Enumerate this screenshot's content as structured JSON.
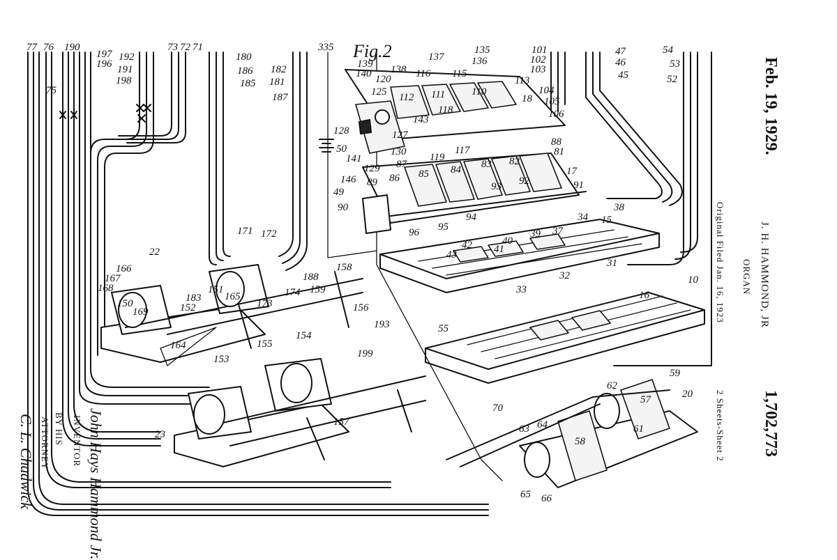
{
  "header": {
    "date": "Feb. 19, 1929.",
    "patent_number": "1,702,773",
    "inventor": "J. H. HAMMOND, JR",
    "title": "ORGAN",
    "filed": "Original Filed Jan. 16, 1923",
    "sheets": "2 Sheets-Sheet 2"
  },
  "figure": {
    "label": "Fig.2"
  },
  "footer": {
    "inventor_signature": "John Hays Hammond Jr.",
    "inventor_label": "INVENTOR",
    "by_label": "BY HIS",
    "attorney_label": "ATTORNEY",
    "attorney_signature": "C. L. Chadwick"
  },
  "reference_numerals": [
    "77",
    "76",
    "190",
    "197",
    "196",
    "192",
    "191",
    "198",
    "75",
    "73",
    "72",
    "71",
    "180",
    "186",
    "185",
    "182",
    "181",
    "187",
    "335",
    "139",
    "140",
    "138",
    "137",
    "136",
    "135",
    "115",
    "116",
    "120",
    "125",
    "112",
    "111",
    "118",
    "110",
    "113",
    "101",
    "102",
    "103",
    "104",
    "105",
    "106",
    "18",
    "47",
    "46",
    "45",
    "54",
    "53",
    "52",
    "128",
    "143",
    "127",
    "130",
    "50",
    "141",
    "119",
    "117",
    "88",
    "81",
    "17",
    "129",
    "87",
    "86",
    "85",
    "84",
    "83",
    "82",
    "146",
    "49",
    "89",
    "93",
    "92",
    "91",
    "90",
    "94",
    "95",
    "96",
    "38",
    "15",
    "34",
    "39",
    "37",
    "40",
    "42",
    "41",
    "43",
    "31",
    "32",
    "33",
    "16",
    "10",
    "55",
    "22",
    "166",
    "167",
    "168",
    "150",
    "169",
    "183",
    "171",
    "172",
    "174",
    "173",
    "188",
    "158",
    "159",
    "156",
    "154",
    "155",
    "153",
    "164",
    "165",
    "151",
    "152",
    "157",
    "199",
    "23",
    "193",
    "70",
    "58",
    "57",
    "59",
    "20",
    "62",
    "63",
    "64",
    "65",
    "66",
    "61"
  ]
}
